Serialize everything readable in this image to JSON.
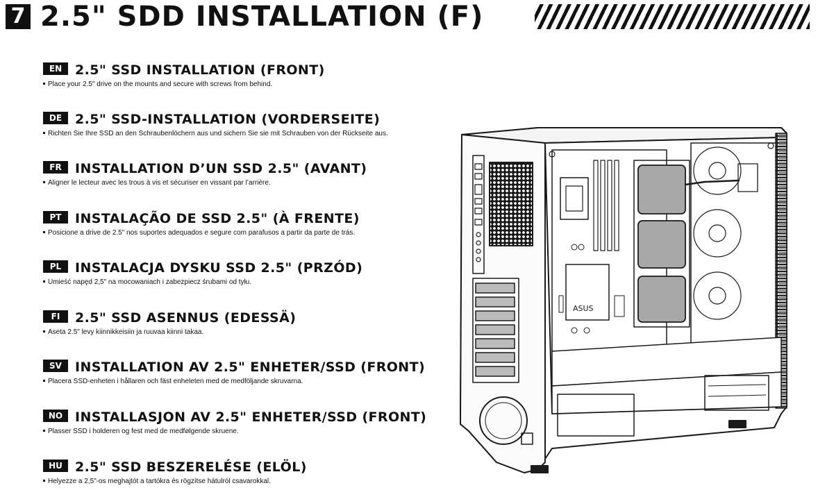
{
  "header": {
    "step_number": "7",
    "title": "2.5\" SDD INSTALLATION (F)"
  },
  "sections": [
    {
      "code": "EN",
      "title": "2.5\" SSD INSTALLATION (FRONT)",
      "text": "Place your 2.5\" drive on the mounts and secure with screws from behind."
    },
    {
      "code": "DE",
      "title": "2.5\" SSD-INSTALLATION (VORDERSEITE)",
      "text": "Richten Sie Ihre SSD an den Schraubenlöchern aus und sichern Sie sie mit Schrauben von der Rückseite aus."
    },
    {
      "code": "FR",
      "title": "INSTALLATION D’UN SSD 2.5\" (AVANT)",
      "text": "Aligner le lecteur avec les trous à vis et sécuriser en vissant par l’arrière."
    },
    {
      "code": "PT",
      "title": "INSTALAÇÃO DE SSD 2.5\" (À FRENTE)",
      "text": "Posicione a drive de 2.5\" nos suportes adequados e segure com parafusos a partir da parte de trás."
    },
    {
      "code": "PL",
      "title": "INSTALACJA DYSKU SSD 2.5\" (PRZÓD)",
      "text": "Umieść napęd 2,5\" na mocowaniach i zabezpiecz śrubami od tyłu."
    },
    {
      "code": "FI",
      "title": "2.5\" SSD ASENNUS (EDESSÄ)",
      "text": "Aseta 2.5\" levy kiinnikkeisiin ja ruuvaa kiinni takaa."
    },
    {
      "code": "SV",
      "title": "INSTALLATION AV 2.5\" ENHETER/SSD (FRONT)",
      "text": "Placera SSD-enheten i hållaren och fäst enheleten med de medföljande skruvarna."
    },
    {
      "code": "NO",
      "title": "INSTALLASJON AV 2.5\" ENHETER/SSD (FRONT)",
      "text": "Plasser SSD i holderen og fest  med de medfølgende skruene."
    },
    {
      "code": "HU",
      "title": "2.5\" SSD BESZERELÉSE (ELÖL)",
      "text": "Helyezze a 2,5\"-os meghajtót a tartókra és rögzítse hátulról csavarokkal."
    }
  ],
  "illustration": {
    "logo_text": "ASUS",
    "drive_fill": "#a8a8a8",
    "line_color": "#1a1a1a"
  }
}
